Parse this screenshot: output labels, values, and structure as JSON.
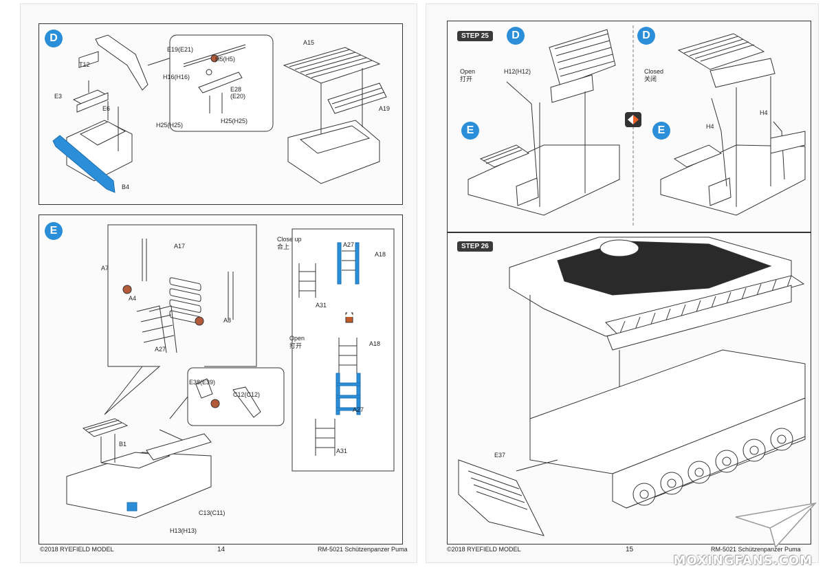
{
  "left_page": {
    "panel_d": {
      "badge": "D",
      "labels": {
        "t12": "T12",
        "e3": "E3",
        "e6": "E6",
        "b4": "B4",
        "e19": "E19(E21)",
        "h5": "H5(H5)",
        "h16": "H16(H16)",
        "e28a": "E28",
        "e28b": "(E20)",
        "h25a": "H25(H25)",
        "h25b": "H25(H25)",
        "a15": "A15",
        "a19": "A19"
      }
    },
    "panel_e": {
      "badge": "E",
      "labels": {
        "a17": "A17",
        "a7": "A7",
        "a4": "A4",
        "a8": "A8",
        "a27a": "A27",
        "closeup": "Close up",
        "closeup_cn": "合上",
        "a27b": "A27",
        "a18a": "A18",
        "a31a": "A31",
        "open": "Open",
        "open_cn": "打开",
        "a18b": "A18",
        "a27c": "A27",
        "a31b": "A31",
        "e38": "E38(E39)",
        "c12": "C12(C12)",
        "b1": "B1",
        "c13": "C13(C11)",
        "h13": "H13(H13)"
      }
    },
    "footer": {
      "copyright": "©2018 RYEFIELD MODEL",
      "page_num": "14",
      "title": "RM-5021 Schützenpanzer Puma"
    }
  },
  "right_page": {
    "step25": {
      "step_label": "STEP 25",
      "badge_d1": "D",
      "badge_d2": "D",
      "badge_e1": "E",
      "badge_e2": "E",
      "open": "Open",
      "open_cn": "打开",
      "h12": "H12(H12)",
      "closed": "Closed",
      "closed_cn": "关闭",
      "h4a": "H4",
      "h4b": "H4"
    },
    "step26": {
      "step_label": "STEP 26",
      "e37": "E37"
    },
    "footer": {
      "copyright": "©2018 RYEFIELD MODEL",
      "page_num": "15",
      "title": "RM-5021 Schützenpanzer Puma"
    },
    "watermark": "MOXINGFANS.COM"
  },
  "colors": {
    "accent_blue": "#2a8fd8",
    "step_bg": "#3a3a3a",
    "swap_orange": "#e8632a"
  }
}
